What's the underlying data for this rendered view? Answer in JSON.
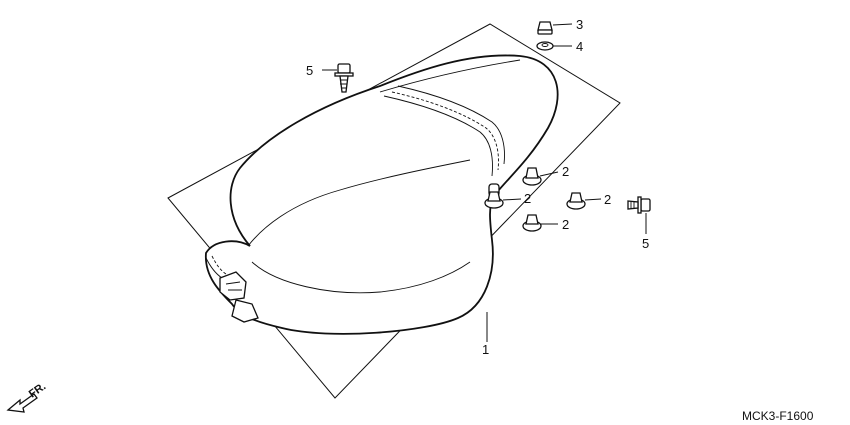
{
  "diagram": {
    "callouts": {
      "seat": "1",
      "seat_rubber": "2",
      "cap_nut": "3",
      "collar": "4",
      "bolt": "5"
    },
    "drawing_code": "MCK3-F1600",
    "direction_label": "FR."
  }
}
